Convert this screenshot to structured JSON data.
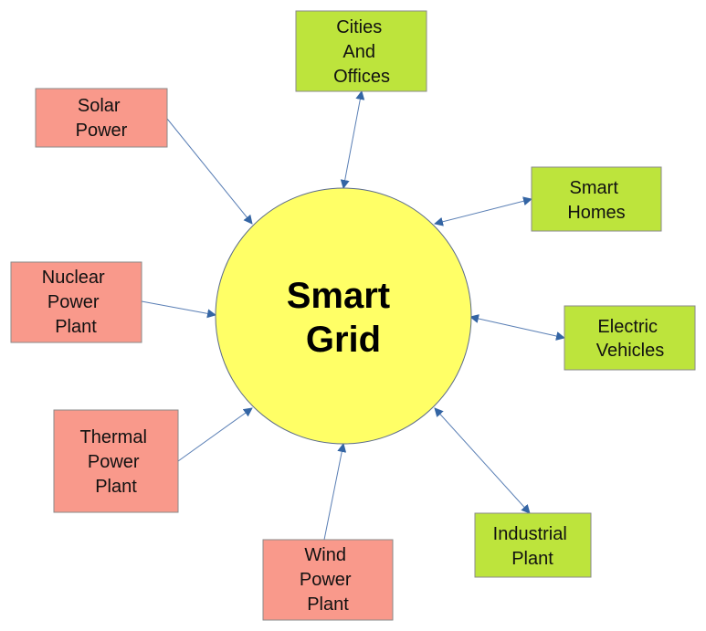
{
  "hub": {
    "lines": [
      "Smart",
      "Grid"
    ],
    "color": "#ffff66"
  },
  "colors": {
    "source_fill": "#f9998b",
    "consumer_fill": "#bde43c",
    "box_stroke": "#8a8a8a",
    "connector": "#5a7fb5",
    "arrowhead": "#3465a4",
    "hub_stroke": "#5a6a8a"
  },
  "sources": [
    {
      "id": "solar",
      "lines": [
        "Solar",
        "Power"
      ]
    },
    {
      "id": "nuclear",
      "lines": [
        "Nuclear",
        "Power",
        "Plant"
      ]
    },
    {
      "id": "thermal",
      "lines": [
        "Thermal",
        "Power",
        "Plant"
      ]
    },
    {
      "id": "wind",
      "lines": [
        "Wind",
        "Power",
        "Plant"
      ]
    }
  ],
  "consumers": [
    {
      "id": "cities",
      "lines": [
        "Cities",
        "And",
        "Offices"
      ]
    },
    {
      "id": "homes",
      "lines": [
        "Smart",
        "Homes"
      ]
    },
    {
      "id": "ev",
      "lines": [
        "Electric",
        "Vehicles"
      ]
    },
    {
      "id": "industrial",
      "lines": [
        "Industrial",
        "Plant"
      ]
    }
  ]
}
